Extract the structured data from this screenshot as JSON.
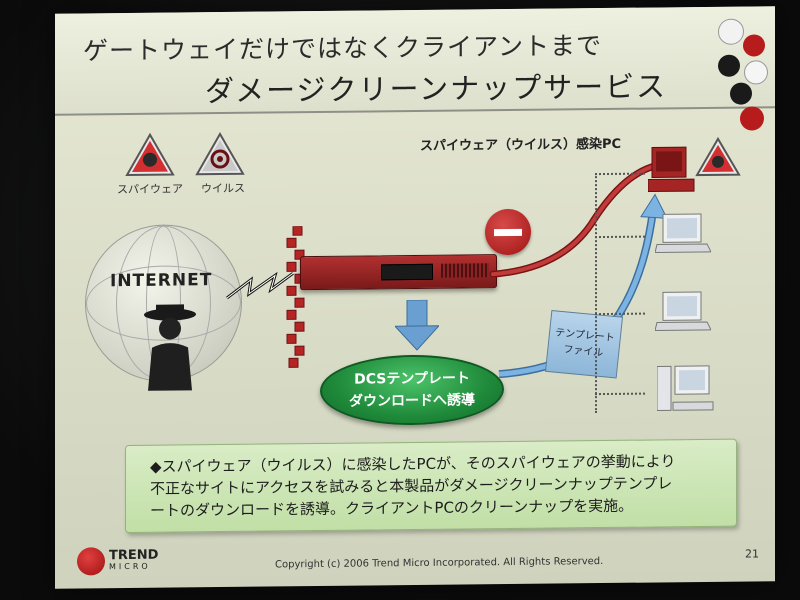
{
  "slide": {
    "title_line1": "ゲートウェイだけではなくクライアントまで",
    "title_line2": "ダメージクリーンナップサービス",
    "threat_icons": [
      {
        "label": "スパイウェア",
        "icon": "spyware-icon"
      },
      {
        "label": "ウイルス",
        "icon": "virus-icon"
      }
    ],
    "internet_label": "INTERNET",
    "infected_pc_label": "スパイウェア（ウイルス）感染PC",
    "green_button": {
      "line1": "DCSテンプレート",
      "line2": "ダウンロードへ誘導"
    },
    "template_file": {
      "line1": "テンプレート",
      "line2": "ファイル"
    },
    "info_box": {
      "lines": [
        "◆スパイウェア（ウイルス）に感染したPCが、そのスパイウェアの挙動により",
        "不正なサイトにアクセスを試みると本製品がダメージクリーンナップテンプレ",
        "ートのダウンロードを誘導。クライアントPCのクリーンナップを実施。"
      ]
    },
    "footer": {
      "logo_line1": "TREND",
      "logo_line2": "MICRO",
      "copyright": "Copyright (c) 2006 Trend Micro Incorporated. All Rights Reserved.",
      "page_number": "21"
    }
  },
  "colors": {
    "accent_red": "#c62828",
    "green": "#2e9b4a",
    "arrow_blue": "#5c9ad6"
  }
}
